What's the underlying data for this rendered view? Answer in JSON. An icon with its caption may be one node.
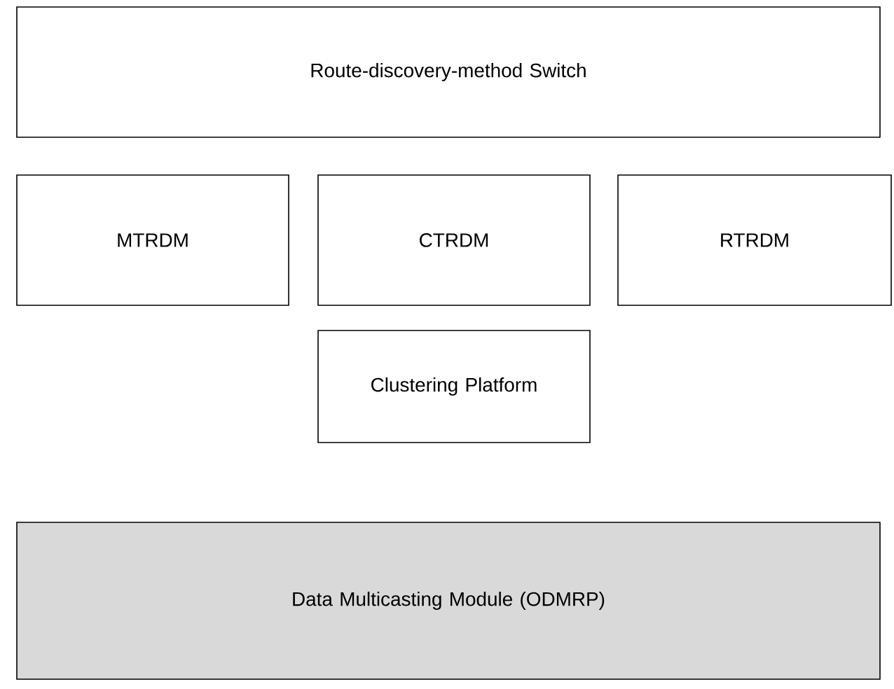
{
  "diagram": {
    "nodes": [
      {
        "text": [
          "Route-discovery-method Switch"
        ]
      },
      {
        "text": [
          "MTRDM"
        ]
      },
      {
        "text": [
          "CTRDM"
        ]
      },
      {
        "text": [
          "RTRDM"
        ]
      },
      {
        "text": [
          "Clustering Platform"
        ]
      },
      {
        "text": [
          "Data Multicasting Module (ODMRP)"
        ]
      }
    ]
  }
}
